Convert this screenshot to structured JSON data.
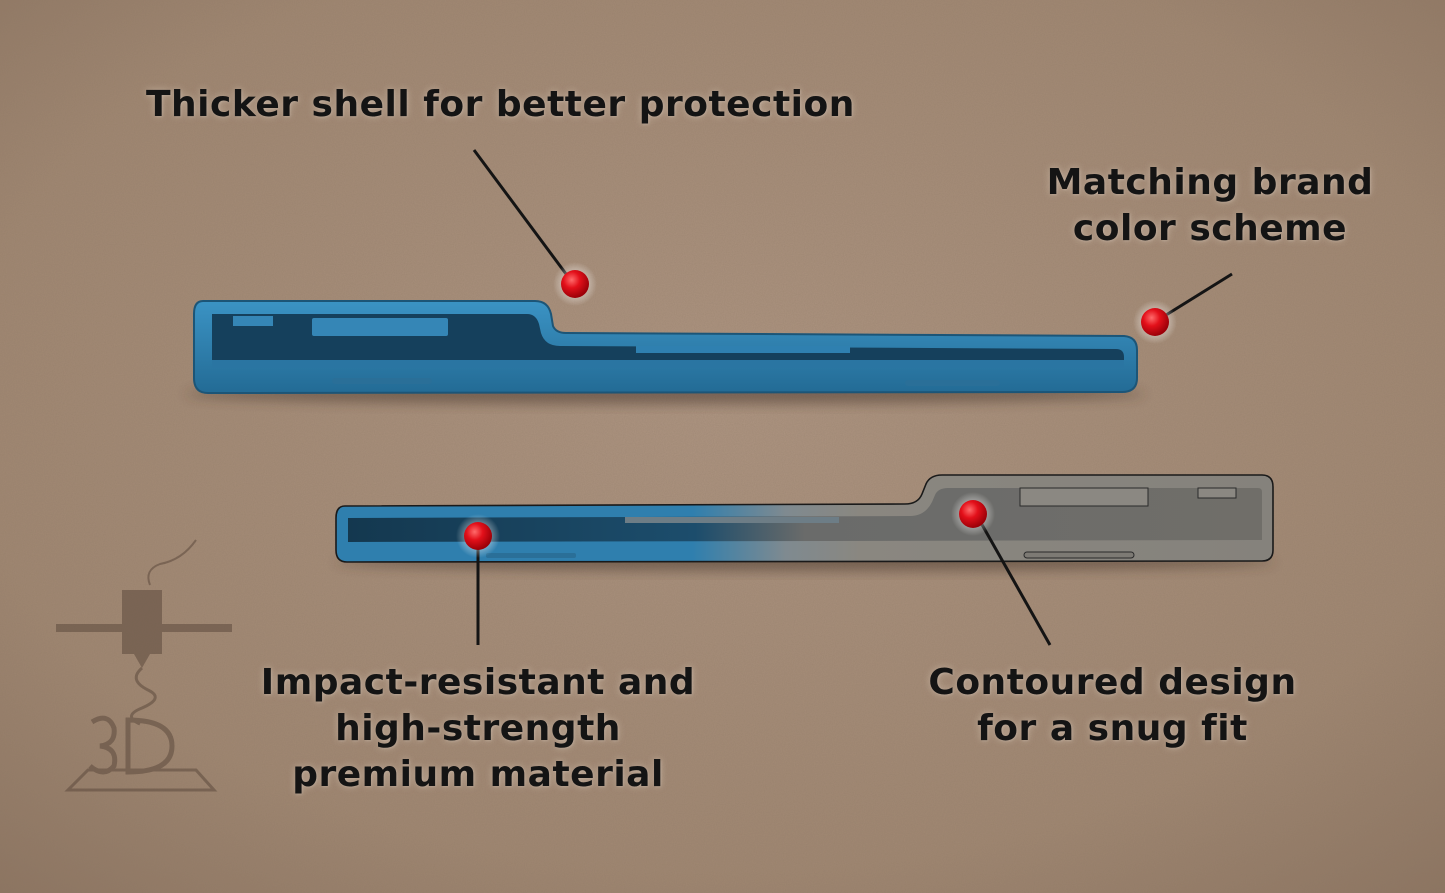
{
  "colors": {
    "board": "#a38a75",
    "board_dark": "#8f7663",
    "case_blue": "#2f7fae",
    "case_blue_dark": "#1e5a80",
    "render_gray": "#807d77",
    "marker_red": "#e3101a",
    "text": "#141414"
  },
  "callouts": {
    "shell": {
      "line1": "Thicker shell for better protection"
    },
    "brand": {
      "line1": "Matching brand",
      "line2": "color scheme"
    },
    "material": {
      "line1": "Impact-resistant and",
      "line2": "high-strength",
      "line3": "premium material"
    },
    "design": {
      "line1": "Contoured design",
      "line2": "for a snug fit"
    }
  },
  "icons": [
    "3d-printer-logo-icon"
  ]
}
